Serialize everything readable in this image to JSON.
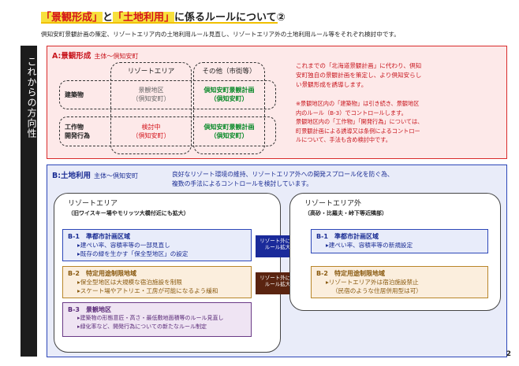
{
  "title": {
    "part1": "「景観形成」",
    "mid": "と",
    "part2": "「土地利用」",
    "rest": "に係るルールについて②"
  },
  "subtitle": "倶知安町景観計画の策定、リゾートエリア内の土地利用ルール見直し、リゾートエリア外の土地利用ルール等をそれぞれ検討中です。",
  "sidebar": "これからの方向性",
  "sectionA": {
    "label": "A:景観形成",
    "sublabel": "主体〜倶知安町",
    "col_resort": "リゾートエリア",
    "col_other": "その他（市街等）",
    "row_building": "建築物",
    "row_works_1": "工作物",
    "row_works_2": "開発行為",
    "cell_building_resort_1": "景観地区",
    "cell_building_resort_2": "（倶知安町）",
    "cell_building_other_1": "倶知安町景観計画",
    "cell_building_other_2": "（倶知安町）",
    "cell_works_resort_1": "検討中",
    "cell_works_resort_2": "（倶知安町）",
    "cell_works_other_1": "倶知安町景観計画",
    "cell_works_other_2": "（倶知安町）",
    "text1": [
      "これまでの「北海道景観計画」に代わり、倶知",
      "安町独自の景観計画を策定し、より倶知安らし",
      "い景観形成を誘導します。"
    ],
    "text2": [
      "※景観地区内の「建築物」は引き続き、景観地区",
      "内のルール（B-3）でコントロールします。",
      "景観地区内の「工作物」「開発行為」については、",
      "町景観計画による誘導又は条例によるコントロー",
      "ルについて、手法も含め検討中です。"
    ]
  },
  "sectionB": {
    "label": "B:土地利用",
    "sublabel": "主体〜倶知安町",
    "text": [
      "良好なリゾート環境の維持、リゾートエリア外への開発スプロール化を防ぐ為、",
      "複数の手法によるコントロールを検討しています。"
    ],
    "resort": {
      "head": "リゾートエリア",
      "head_sub": "（旧ワイスキー場やモリッツ大橋付近にも拡大）"
    },
    "outside": {
      "head": "リゾートエリア外",
      "head_sub": "（高砂・比羅夫・峠下等近隣部）"
    },
    "b1": {
      "title": "B-1　準都市計画区域",
      "line1": "▸建ぺい率、容積率等の一部見直し",
      "line2": "▸既存の緑を生かす「保全型地区」の設定"
    },
    "b2": {
      "title": "B-2　特定用途制限地域",
      "line1": "▸保全型地区は大規模な宿泊施設を制限",
      "line2": "▸スケート場やアトリエ・工房が可能になるよう緩和"
    },
    "b3": {
      "title": "B-3　景観地区",
      "line1": "▸建築物の形態意匠・高さ・最低敷地面積等のルール見直し",
      "line2": "▸緑化率など、開発行為についての新たなルール制定"
    },
    "arrow1": {
      "line1": "リゾート外にも",
      "line2": "ルール拡大"
    },
    "arrow2": {
      "line1": "リゾート外にも",
      "line2": "ルール拡大"
    },
    "ob1": {
      "title": "B-1　準都市計画区域",
      "line1": "▸建ぺい率、容積率等の新規設定"
    },
    "ob2": {
      "title": "B-2　特定用途制限地域",
      "line1": "▸リゾートエリア外は宿泊施設禁止",
      "line2": "（民宿のような住居併用型は可）"
    }
  },
  "page_number": "2",
  "colors": {
    "accent_red": "#d4141c",
    "accent_blue": "#1b2d94",
    "accent_green": "#0a8a2a",
    "title_highlight": "#f7e03c"
  }
}
